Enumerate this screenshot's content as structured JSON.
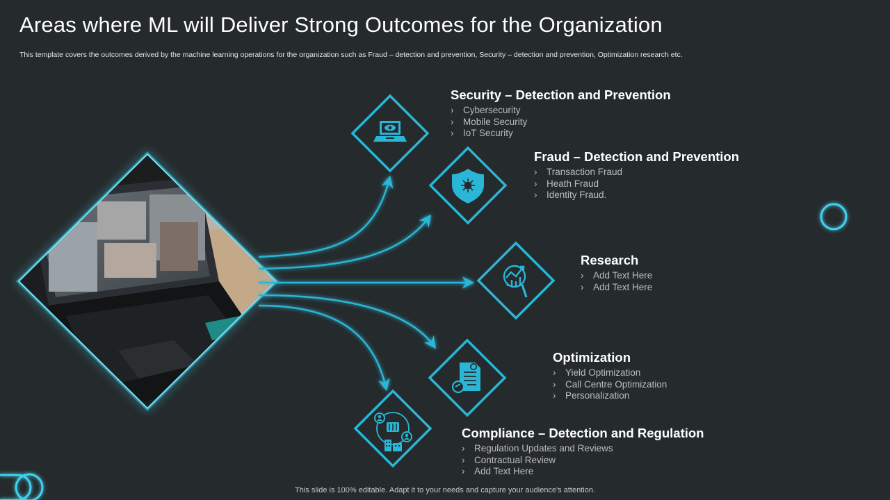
{
  "header": {
    "title": "Areas where ML will Deliver Strong Outcomes for the Organization",
    "subtitle": "This template covers the outcomes derived by the machine learning operations for the organization such as Fraud – detection and prevention, Security – detection and prevention, Optimization research etc."
  },
  "colors": {
    "background": "#252a2c",
    "accent": "#2ab6d6",
    "glow": "#3fd3f0",
    "bullet_text": "#bdbdbd"
  },
  "icons": {
    "security": "laptop-eye-icon",
    "fraud": "shield-virus-icon",
    "research": "chart-magnifier-icon",
    "optimization": "document-gauge-icon",
    "compliance": "people-building-icon"
  },
  "bullet_glyph": "›",
  "sections": {
    "security": {
      "heading": "Security – Detection and Prevention",
      "items": [
        "Cybersecurity",
        "Mobile Security",
        "IoT Security"
      ]
    },
    "fraud": {
      "heading": "Fraud – Detection and Prevention",
      "items": [
        "Transaction Fraud",
        "Heath Fraud",
        "Identity Fraud."
      ]
    },
    "research": {
      "heading": "Research",
      "items": [
        "Add Text Here",
        "Add Text Here"
      ]
    },
    "optimization": {
      "heading": "Optimization",
      "items": [
        "Yield Optimization",
        "Call Centre Optimization",
        "Personalization"
      ]
    },
    "compliance": {
      "heading": "Compliance – Detection and Regulation",
      "items": [
        "Regulation Updates and Reviews",
        "Contractual Review",
        "Add Text Here"
      ]
    }
  },
  "footer": {
    "text": "This slide is 100% editable. Adapt it to your needs and capture your audience's attention."
  }
}
